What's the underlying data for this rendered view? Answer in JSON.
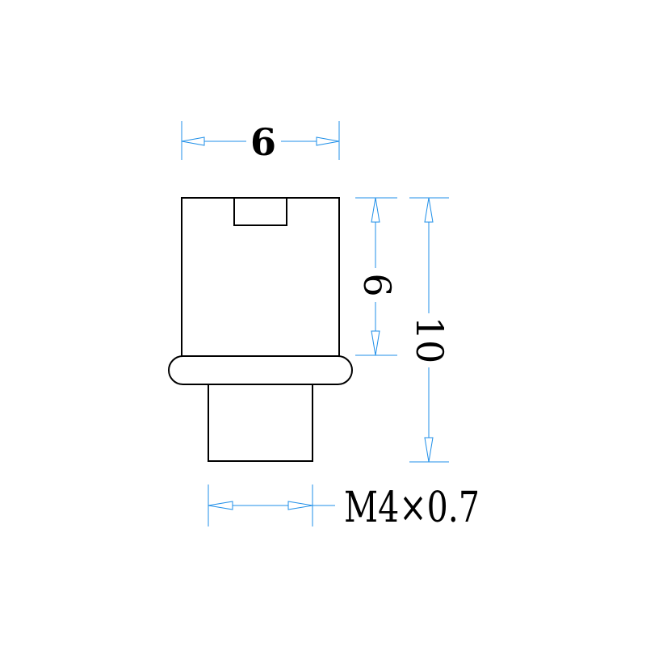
{
  "colors": {
    "outline": "#000000",
    "dimension": "#1f8fe8",
    "background": "#ffffff"
  },
  "dimensions": {
    "head_width": "6",
    "upper_height": "6",
    "total_height": "10",
    "thread": "M4×0.7"
  }
}
